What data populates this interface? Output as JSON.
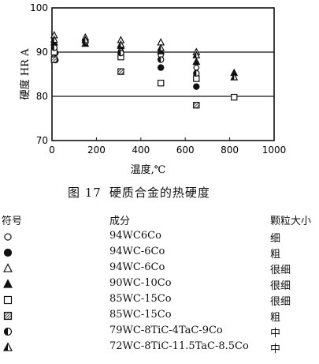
{
  "figure": {
    "caption_number": "图 17",
    "caption_title": "硬质合金的热硬度"
  },
  "chart_data": {
    "type": "scatter",
    "title": "",
    "xlabel": "温度,℃",
    "ylabel": "硬度 HR A",
    "xlim": [
      0,
      1000
    ],
    "ylim": [
      70,
      100
    ],
    "xticks": [
      0,
      200,
      400,
      600,
      800,
      1000
    ],
    "yticks": [
      70,
      80,
      90,
      100
    ],
    "hgrid_at": [
      80,
      90
    ],
    "series": [
      {
        "name": "94WC6Co",
        "marker": "circle-open",
        "points": [
          [
            10,
            91.5
          ],
          [
            10,
            90.5
          ],
          [
            310,
            90.2
          ],
          [
            490,
            89.3
          ],
          [
            650,
            86.5
          ]
        ]
      },
      {
        "name": "94WC-6Co",
        "marker": "circle-filled",
        "points": [
          [
            15,
            89.8
          ],
          [
            15,
            88.2
          ],
          [
            310,
            89
          ],
          [
            490,
            86.5
          ],
          [
            650,
            82.2
          ]
        ]
      },
      {
        "name": "94WC-6Co",
        "marker": "triangle-open",
        "points": [
          [
            10,
            93.8
          ],
          [
            150,
            93.3
          ],
          [
            310,
            92.7
          ],
          [
            490,
            92.2
          ],
          [
            650,
            90
          ]
        ]
      },
      {
        "name": "90WC-10Co",
        "marker": "triangle-filled",
        "points": [
          [
            10,
            92.2
          ],
          [
            150,
            91.9
          ],
          [
            310,
            91.4
          ],
          [
            490,
            90.2
          ],
          [
            650,
            87.8
          ],
          [
            820,
            85.3
          ]
        ]
      },
      {
        "name": "85WC-15Co",
        "marker": "square-open",
        "points": [
          [
            10,
            90
          ],
          [
            310,
            88.9
          ],
          [
            490,
            83
          ],
          [
            650,
            84
          ],
          [
            820,
            79.8
          ]
        ]
      },
      {
        "name": "85WC-15Co",
        "marker": "square-hatched",
        "points": [
          [
            10,
            88.3
          ],
          [
            310,
            85.6
          ],
          [
            650,
            78
          ]
        ]
      },
      {
        "name": "79WC-8TiC-4TaC-9Co",
        "marker": "circle-half",
        "points": [
          [
            10,
            91
          ],
          [
            150,
            92.4
          ],
          [
            310,
            89.8
          ],
          [
            490,
            88.3
          ],
          [
            650,
            85.2
          ]
        ]
      },
      {
        "name": "72WC-8TiC-11.5TaC-8.5Co",
        "marker": "triangle-half",
        "points": [
          [
            10,
            92.8
          ],
          [
            150,
            92.7
          ],
          [
            310,
            91.7
          ],
          [
            490,
            90.9
          ],
          [
            650,
            89.3
          ],
          [
            820,
            84.3
          ]
        ]
      }
    ]
  },
  "legend": {
    "header": {
      "symbol": "符号",
      "composition": "成分",
      "grain": "颗粒大小"
    },
    "rows": [
      {
        "marker": "circle-open",
        "composition": "94WC6Co",
        "grain": "细"
      },
      {
        "marker": "circle-filled",
        "composition": "94WC-6Co",
        "grain": "粗"
      },
      {
        "marker": "triangle-open",
        "composition": "94WC-6Co",
        "grain": "很细"
      },
      {
        "marker": "triangle-filled",
        "composition": "90WC-10Co",
        "grain": "很细"
      },
      {
        "marker": "square-open",
        "composition": "85WC-15Co",
        "grain": "很细"
      },
      {
        "marker": "square-hatched",
        "composition": "85WC-15Co",
        "grain": "粗"
      },
      {
        "marker": "circle-half",
        "composition": "79WC-8TiC-4TaC-9Co",
        "grain": "中"
      },
      {
        "marker": "triangle-half",
        "composition": "72WC-8TiC-11.5TaC-8.5Co",
        "grain": "中"
      }
    ]
  }
}
